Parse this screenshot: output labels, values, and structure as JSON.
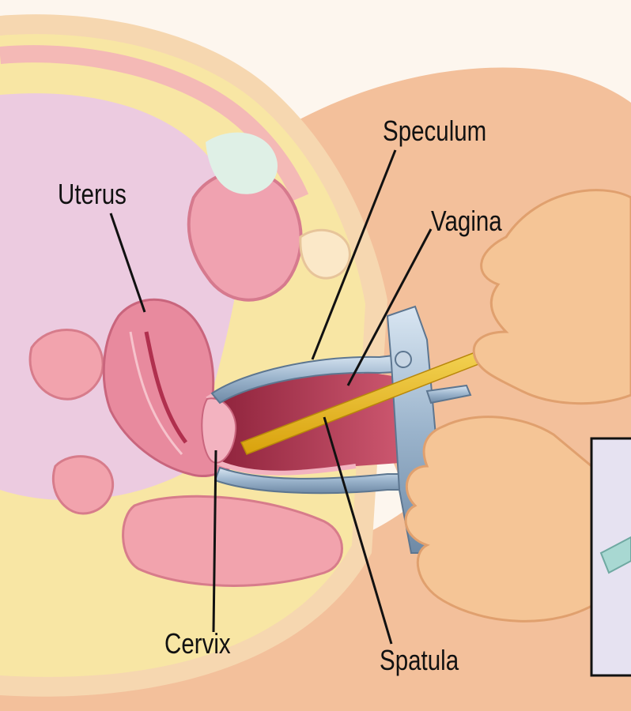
{
  "labels": {
    "speculum": "Speculum",
    "uterus": "Uterus",
    "vagina": "Vagina",
    "cervix": "Cervix",
    "spatula": "Spatula"
  },
  "colors": {
    "background": "#fdf6ee",
    "skin": "#f3c09b",
    "fat": "#f8e6a4",
    "tissue_pink": "#f0a2b0",
    "uterus_pink": "#e88a9e",
    "pelvic_cavity": "#eccbe0",
    "vaginal_canal": "#c8425c",
    "speculum_metal": "#9bb4cc",
    "spatula_yellow": "#f2c21a",
    "leader_line": "#111111"
  }
}
